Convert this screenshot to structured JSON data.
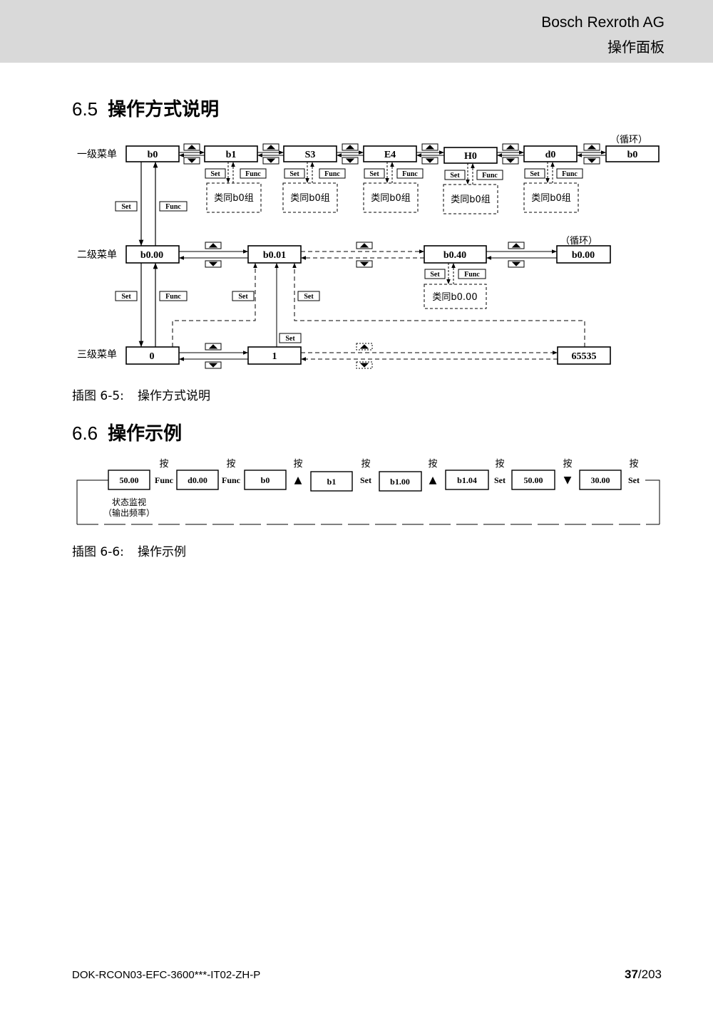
{
  "header": {
    "company": "Bosch Rexroth AG",
    "chapter": "操作面板"
  },
  "section_65": {
    "number": "6.5",
    "title": "操作方式说明"
  },
  "figure_65": {
    "level_labels": [
      "一级菜单",
      "二级菜单",
      "三级菜单"
    ],
    "level1_items": [
      "b0",
      "b1",
      "S3",
      "E4",
      "H0",
      "d0",
      "b0"
    ],
    "cycle_label": "（循环）",
    "set_label": "Set",
    "func_label": "Func",
    "same_as_b0": "类同b0组",
    "same_as_b000": "类同b0.00",
    "level2_items": [
      "b0.00",
      "b0.01",
      "b0.40",
      "b0.00"
    ],
    "level3_items": [
      "0",
      "1",
      "65535"
    ],
    "caption_label": "插图 6-5:",
    "caption_text": "操作方式说明"
  },
  "section_66": {
    "number": "6.6",
    "title": "操作示例"
  },
  "figure_66": {
    "press_label": "按",
    "displays": [
      "50.00",
      "d0.00",
      "b0",
      "b1",
      "b1.00",
      "b1.04",
      "50.00",
      "30.00"
    ],
    "keys": [
      "Func",
      "Func",
      "▲",
      "Set",
      "▲",
      "Set",
      "▼",
      "Set"
    ],
    "status_note_line1": "状态监视",
    "status_note_line2": "（输出频率）",
    "caption_label": "插图 6-6:",
    "caption_text": "操作示例"
  },
  "footer": {
    "doc_id": "DOK-RCON03-EFC-3600***-IT02-ZH-P",
    "page_current": "37",
    "page_total": "/203"
  }
}
